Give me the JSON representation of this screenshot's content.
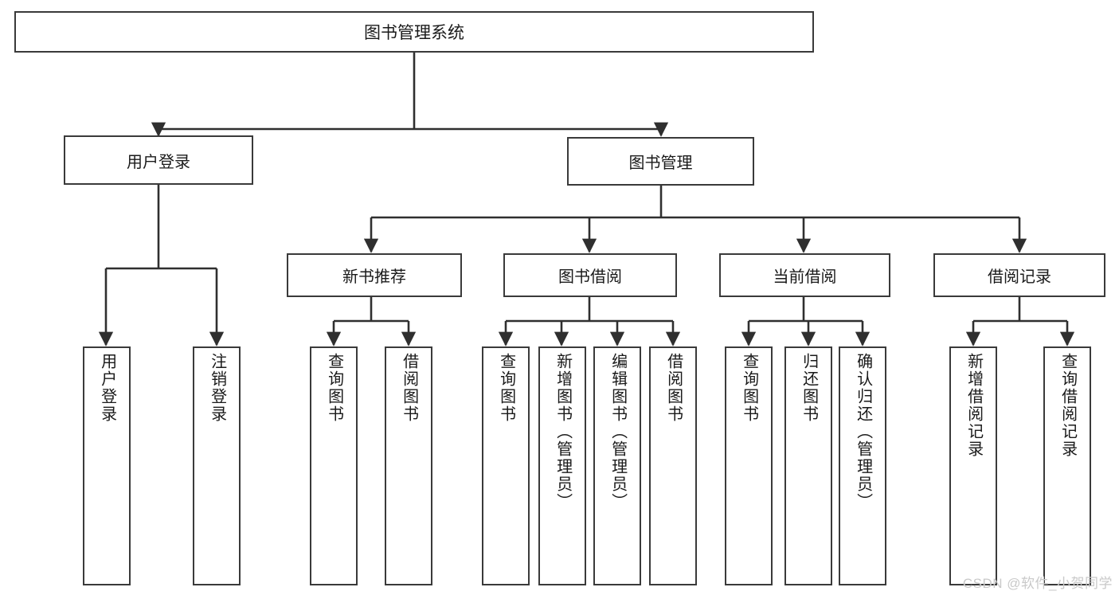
{
  "diagram": {
    "title": "图书管理系统",
    "type": "hierarchy-flowchart",
    "watermark": "CSDN @软件_小贺同学",
    "colors": {
      "background": "#ffffff",
      "box_border": "#3a3a3a",
      "box_fill": "#ffffff",
      "text": "#1a1a1a",
      "connector": "#2f2f2f",
      "watermark": "#c9c9c9"
    },
    "root": {
      "label": "图书管理系统"
    },
    "level2": [
      {
        "label": "用户登录"
      },
      {
        "label": "图书管理"
      }
    ],
    "level3": [
      {
        "label": "新书推荐"
      },
      {
        "label": "图书借阅"
      },
      {
        "label": "当前借阅"
      },
      {
        "label": "借阅记录"
      }
    ],
    "leaves": {
      "user_login": [
        {
          "label": "用户登录"
        },
        {
          "label": "注销登录"
        }
      ],
      "new_book_recommend": [
        {
          "label": "查询图书"
        },
        {
          "label": "借阅图书"
        }
      ],
      "book_borrow": [
        {
          "label": "查询图书"
        },
        {
          "label": "新增图书（管理员）"
        },
        {
          "label": "编辑图书（管理员）"
        },
        {
          "label": "借阅图书"
        }
      ],
      "current_borrow": [
        {
          "label": "查询图书"
        },
        {
          "label": "归还图书"
        },
        {
          "label": "确认归还（管理员）"
        }
      ],
      "borrow_record": [
        {
          "label": "新增借阅记录"
        },
        {
          "label": "查询借阅记录"
        }
      ]
    }
  }
}
